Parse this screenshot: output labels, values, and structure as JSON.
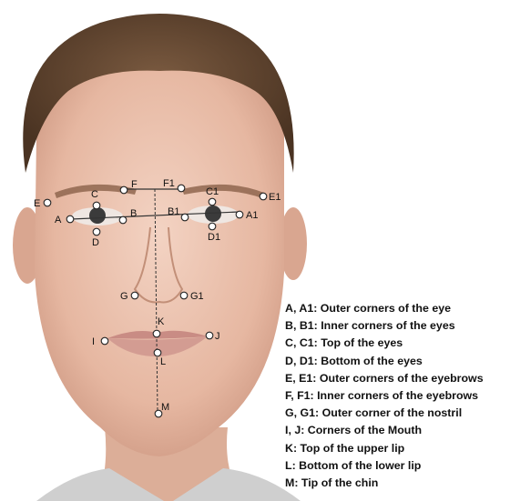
{
  "points": [
    {
      "id": "E",
      "label": "E"
    },
    {
      "id": "C",
      "label": "C"
    },
    {
      "id": "F",
      "label": "F"
    },
    {
      "id": "F1",
      "label": "F1"
    },
    {
      "id": "C1",
      "label": "C1"
    },
    {
      "id": "E1",
      "label": "E1"
    },
    {
      "id": "A",
      "label": "A"
    },
    {
      "id": "B",
      "label": "B"
    },
    {
      "id": "B1",
      "label": "B1"
    },
    {
      "id": "A1",
      "label": "A1"
    },
    {
      "id": "D",
      "label": "D"
    },
    {
      "id": "D1",
      "label": "D1"
    },
    {
      "id": "G",
      "label": "G"
    },
    {
      "id": "G1",
      "label": "G1"
    },
    {
      "id": "K",
      "label": "K"
    },
    {
      "id": "I",
      "label": "I"
    },
    {
      "id": "J",
      "label": "J"
    },
    {
      "id": "L",
      "label": "L"
    },
    {
      "id": "M",
      "label": "M"
    }
  ],
  "legend": [
    "A, A1: Outer corners of the eye",
    "B, B1: Inner corners of the eyes",
    "C, C1: Top of the eyes",
    "D, D1: Bottom of the eyes",
    "E, E1: Outer corners of the eyebrows",
    "F, F1: Inner corners of the eyebrows",
    "G, G1: Outer corner of the nostril",
    "I, J: Corners of the Mouth",
    "K: Top of the upper lip",
    "L: Bottom of the lower lip",
    "M: Tip of the chin"
  ]
}
